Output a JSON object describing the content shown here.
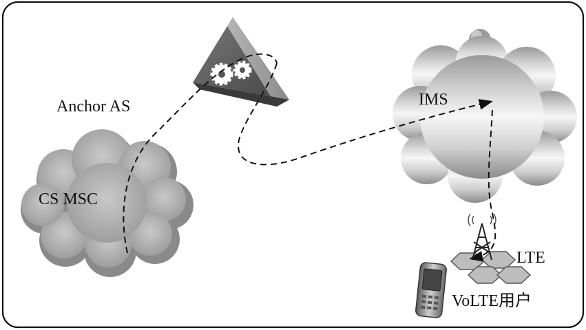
{
  "labels": {
    "anchor_as": "Anchor AS",
    "ims": "IMS",
    "cs_msc": "CS MSC",
    "lte": "LTE",
    "volte_user": "VoLTE用户"
  },
  "icons": {
    "anchor_as": "gear-triangle-icon",
    "ims": "cloud-icon",
    "cs_msc": "cloud-icon",
    "lte": "cell-tower-icon",
    "volte_user": "mobile-phone-icon"
  },
  "colors": {
    "frame": "#111111",
    "cloud_dark": "#8a8a8a",
    "cloud_light": "#f4f4f4",
    "path": "#111111"
  }
}
